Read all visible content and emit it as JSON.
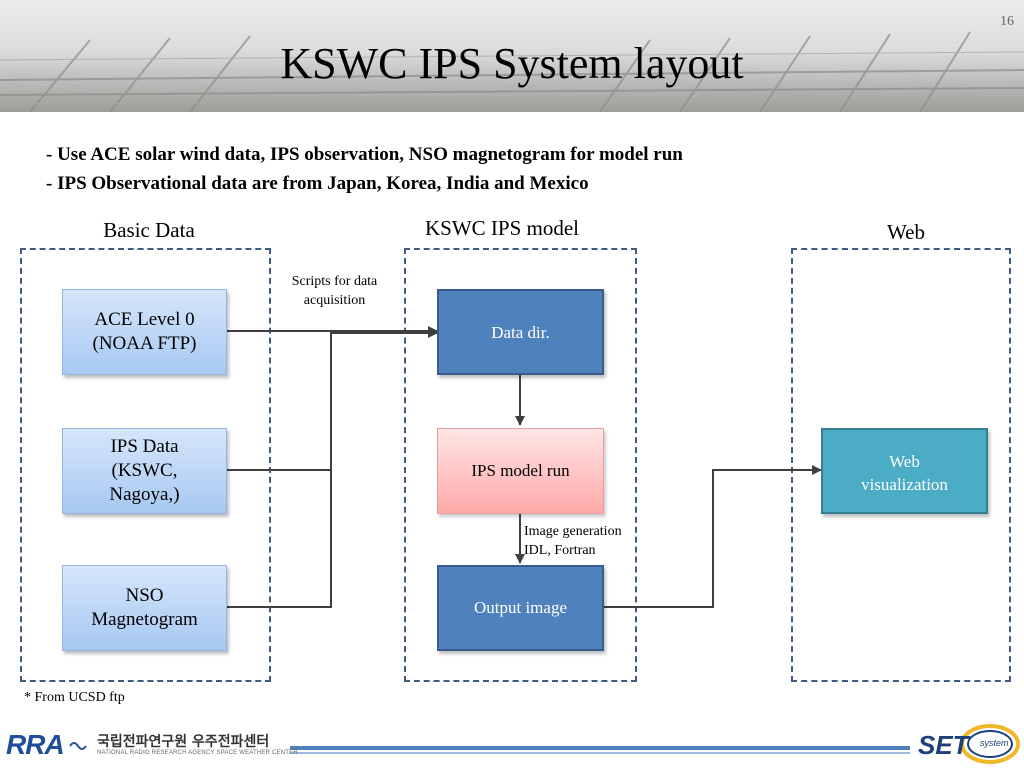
{
  "slide": {
    "title": "KSWC IPS System layout",
    "number": "16",
    "bullets": [
      "- Use ACE solar wind data, IPS observation, NSO magnetogram for model run",
      "- IPS Observational data are from Japan, Korea, India and Mexico"
    ],
    "footnote": "* From UCSD ftp"
  },
  "groups": {
    "basic": "Basic Data",
    "model": "KSWC IPS model",
    "web": "Web"
  },
  "nodes": {
    "ace": [
      "ACE Level 0",
      "(NOAA FTP)"
    ],
    "ips_data": [
      "IPS Data",
      "(KSWC,",
      "Nagoya,)"
    ],
    "nso": [
      "NSO",
      "Magnetogram"
    ],
    "data_dir": "Data dir.",
    "ips_run": "IPS model run",
    "output": "Output image",
    "web_vis": [
      "Web",
      "visualization"
    ]
  },
  "edge_labels": {
    "scripts": [
      "Scripts for data",
      "acquisition"
    ],
    "image_gen": [
      "Image generation",
      "IDL, Fortran"
    ]
  },
  "footer": {
    "rra": "RRA",
    "korean": "국립전파연구원 우주전파센터",
    "english": "NATIONAL RADIO RESEARCH AGENCY SPACE WEATHER CENTER",
    "set": "SET",
    "system": "system"
  },
  "colors": {
    "frame": "#3f5d83",
    "dark_blue": "#4f81bd",
    "teal": "#4bacc6",
    "pink": "#ffa9a9",
    "connector": "#404040"
  }
}
